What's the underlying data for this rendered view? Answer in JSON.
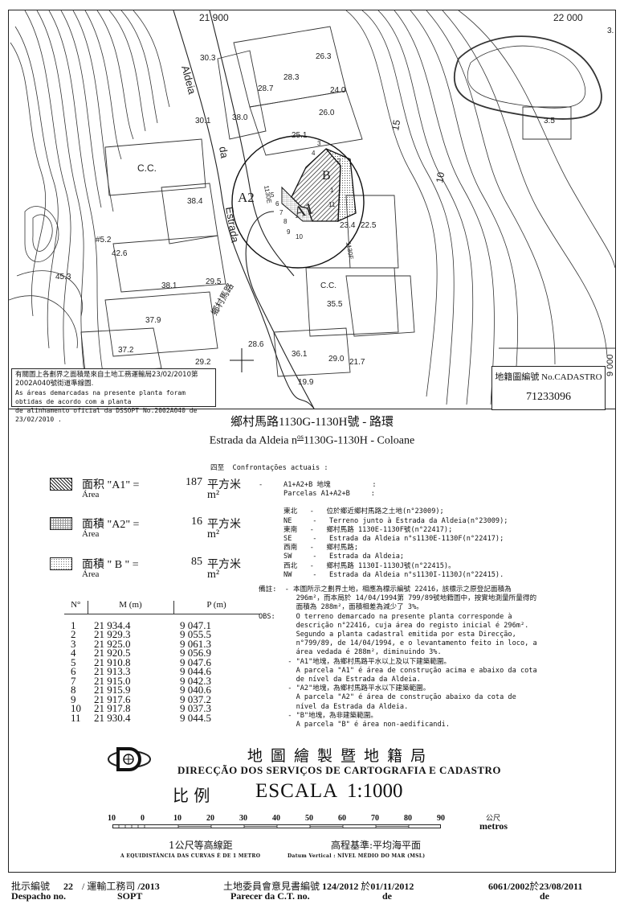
{
  "map": {
    "grid": {
      "x_left": "21 900",
      "x_right": "22 000",
      "y_right": "9 000"
    },
    "labels": {
      "aldeia": "Aldeia",
      "da": "da",
      "estrada": "Estrada",
      "rural_road": "鄉村馬路",
      "cc1": "C.C.",
      "cc2": "C.C.",
      "a1": "A1",
      "a2": "A2",
      "b": "B",
      "lot_e": "1130E",
      "lot_f": "1130F",
      "h303": "30.3",
      "h263": "26.3",
      "h283": "28.3",
      "h287": "28.7",
      "h240": "24.0",
      "h301": "30.1",
      "h380": "38.0",
      "h260": "26.0",
      "h251": "25.1",
      "h384": "38.4",
      "h234": "23.4",
      "h225": "22.5",
      "h355": "35.5",
      "h381": "38.1",
      "h295": "29.5",
      "h379": "37.9",
      "h372": "37.2",
      "h286": "28.6",
      "h292": "29.2",
      "h361": "36.1",
      "h290": "29.0",
      "h217": "21.7",
      "h199": "19.9",
      "h35": "3.5",
      "h453": "45.3",
      "h426": "42.6",
      "h52": "#5.2",
      "c10": "10",
      "c15": "15",
      "c3": "3.",
      "p1": "1",
      "p2": "2",
      "p3": "3",
      "p4": "4",
      "p5": "5",
      "p6": "6",
      "p7": "7",
      "p8": "8",
      "p9": "9",
      "p10": "10",
      "p11": "11"
    },
    "note_zh": "有關圖上各劃界之面積是來自土地工務運輸局23/02/2010第2002A040號街道準線圖.",
    "note_pt_1": "As áreas demarcadas na presente planta foram obtidas de acordo com a planta",
    "note_pt_2": "de alinhamento oficial da DSSOPT No.2002A040 de 23/02/2010 .",
    "cadastro_label": "地籍圖編號 No.CADASTRO",
    "cadastro_no": "71233096"
  },
  "title": {
    "zh": "鄉村馬路1130G-1130H號 - 路環",
    "pt_prefix": "Estrada da Aldeia n",
    "pt_sup": "os",
    "pt_suffix": "1130G-1130H - Coloane"
  },
  "legend": [
    {
      "label": "面积 \"A1\" =",
      "sub": "Área",
      "value": "187",
      "unit_zh": "平方米",
      "unit": "m²"
    },
    {
      "label": "面積 \"A2\" =",
      "sub": "Área",
      "value": "16",
      "unit_zh": "平方米",
      "unit": "m²"
    },
    {
      "label": "面積 \" B \" =",
      "sub": "Área",
      "value": "85",
      "unit_zh": "平方米",
      "unit": "m²"
    }
  ],
  "coords": {
    "headers": [
      "N°",
      "M (m)",
      "P (m)"
    ],
    "rows": [
      [
        "1",
        "21 934.4",
        "9 047.1"
      ],
      [
        "2",
        "21 929.3",
        "9 055.5"
      ],
      [
        "3",
        "21 925.0",
        "9 061.3"
      ],
      [
        "4",
        "21 920.5",
        "9 056.9"
      ],
      [
        "5",
        "21 910.8",
        "9 047.6"
      ],
      [
        "6",
        "21 913.3",
        "9 044.6"
      ],
      [
        "7",
        "21 915.0",
        "9 042.3"
      ],
      [
        "8",
        "21 915.9",
        "9 040.6"
      ],
      [
        "9",
        "21 917.6",
        "9 037.2"
      ],
      [
        "10",
        "21 917.8",
        "9 037.3"
      ],
      [
        "11",
        "21 930.4",
        "9 044.5"
      ]
    ]
  },
  "confrontations": {
    "heading": "四至  Confrontações actuais :",
    "lines": [
      "-     A1+A2+B 地塊          :",
      "      Parcelas A1+A2+B     :",
      "",
      "      東北   -   位於鄉近鄉村馬路之土地(n°23009);",
      "      NE     -   Terreno junto à Estrada da Aldeia(n°23009);",
      "      東南   -   鄉村馬路 1130E-1130F號(n°22417);",
      "      SE     -   Estrada da Aldeia n°s1130E-1130F(n°22417);",
      "      西南   -   鄉村馬路;",
      "      SW     -   Estrada da Aldeia;",
      "      西北   -   鄉村馬路 1130I-1130J號(n°22415)。",
      "      NW     -   Estrada da Aldeia n°s1130I-1130J(n°22415)."
    ]
  },
  "observations": {
    "lines": [
      "備註:  - 本圖所示之劃界土地，相應為標示編號 22416，該標示之原登記面積為",
      "         296m²，而本局於 14/04/1994第 799/89號地籍圖中，按實地測量所量得的",
      "         面積為 288m²，面積相差為減少了 3%。",
      "OBS:     O terreno demarcado na presente planta corresponde à",
      "         descrição n°22416, cuja área do registo inicial é 296m².",
      "         Segundo a planta cadastral emitida por esta Direcção,",
      "         n°799/89, de 14/04/1994, e o levantamento feito in loco, a",
      "         área vedada é 288m², diminuindo 3%.",
      "       - \"A1\"地塊，為鄉村馬路平水以上及以下建築範圍。",
      "         A parcela \"A1\" é área de construção acima e abaixo da cota",
      "         de nível da Estrada da Aldeia.",
      "       - \"A2\"地塊，為鄉村馬路平水以下建築範圍。",
      "         A parcela \"A2\" é área de construção abaixo da cota de",
      "         nível da Estrada da Aldeia.",
      "       - \"B\"地塊，為非建築範圍。",
      "         A parcela \"B\" é área non-aedificandi."
    ]
  },
  "agency": {
    "zh": "地  圖  繪  製  暨  地  籍  局",
    "pt": "DIRECÇÃO DOS SERVIÇOS DE CARTOGRAFIA E CADASTRO"
  },
  "scale": {
    "label_zh": "比  例",
    "label_pt": "ESCALA",
    "ratio": "1:1000",
    "ticks": [
      "10",
      "0",
      "10",
      "20",
      "30",
      "40",
      "50",
      "60",
      "70",
      "80",
      "90"
    ],
    "unit_zh": "公尺",
    "unit": "metros",
    "contour_zh": "1公尺等高線距",
    "contour_pt": "A EQUIDISTÂNCIA DAS CURVAS É DE 1 METRO",
    "datum_zh": "高程基準:平均海平面",
    "datum_pt": "Datum Vertical : NÍVEL MÉDIO DO MAR (MSL)"
  },
  "footer": {
    "despacho_zh": "批示編號",
    "despacho_no": "22",
    "sopt_zh": "/ 運輸工務司",
    "year": "/2013",
    "despacho_pt": "Despacho no.",
    "sopt": "SOPT",
    "parecer_zh": "土地委員會意見書編號",
    "parecer_no": "124/2012",
    "at_zh": "於",
    "parecer_date": "01/11/2012",
    "parecer_pt": "Parecer da C.T. no.",
    "de1": "de",
    "proc_no": "6061/2002",
    "at_zh2": "於",
    "proc_date": "23/08/2011",
    "de2": "de"
  }
}
